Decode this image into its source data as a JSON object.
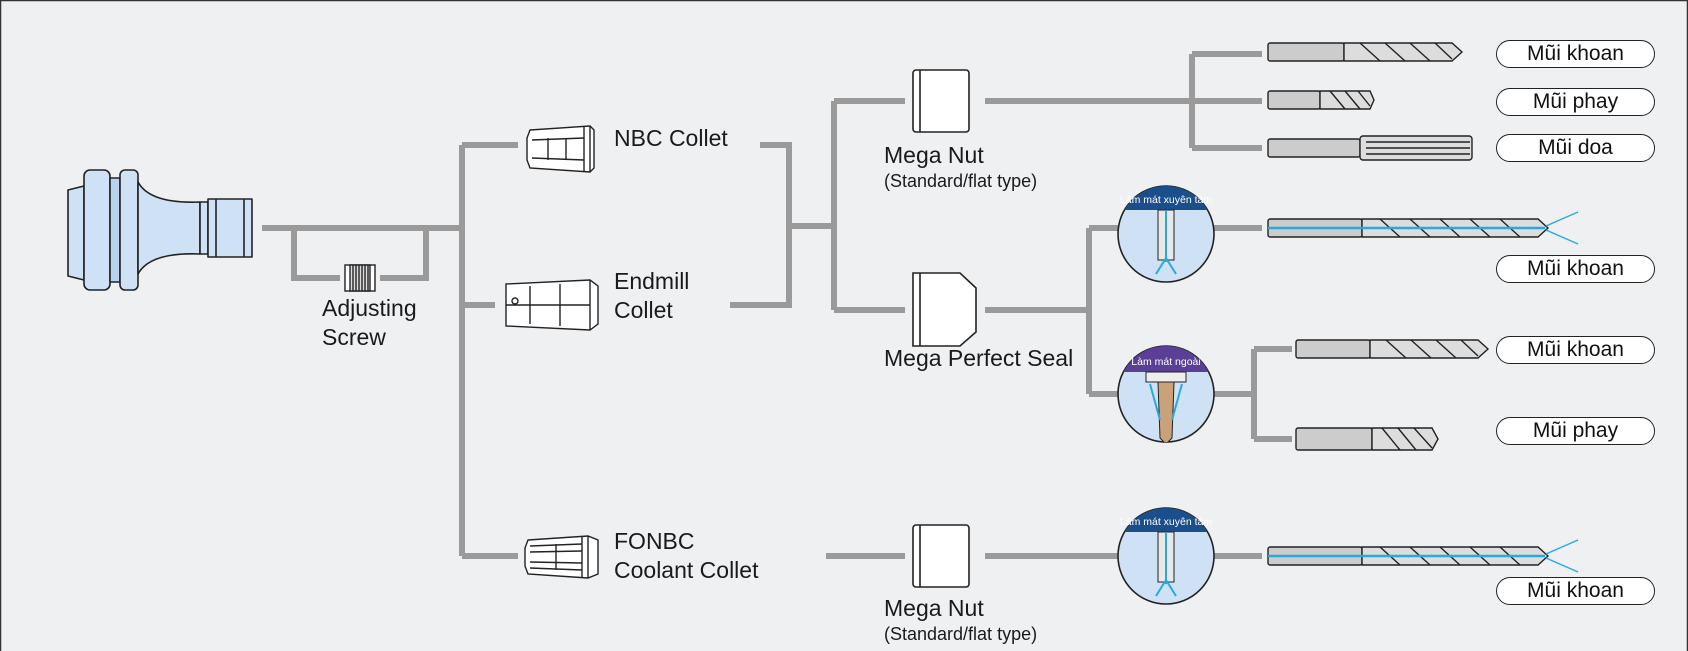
{
  "labels": {
    "adjusting_screw": [
      "Adjusting",
      "Screw"
    ],
    "nbc_collet": "NBC Collet",
    "endmill_collet": [
      "Endmill",
      "Collet"
    ],
    "fonbc_collet": [
      "FONBC",
      "Coolant Collet"
    ],
    "mega_nut_top": "Mega Nut",
    "mega_nut_top_sub": "(Standard/flat type)",
    "mega_perfect_seal": "Mega Perfect Seal",
    "mega_nut_bottom": "Mega Nut",
    "mega_nut_bottom_sub": "(Standard/flat type)"
  },
  "badges": {
    "through_coolant_1": "Làm mát xuyên tâm",
    "external_coolant": "Làm mát ngoài",
    "through_coolant_2": "Làm mát xuyên tâm"
  },
  "tools": [
    {
      "label": "Mũi khoan",
      "icon": "drill-icon"
    },
    {
      "label": "Mũi phay",
      "icon": "endmill-icon"
    },
    {
      "label": "Mũi doa",
      "icon": "reamer-icon"
    },
    {
      "label": "Mũi khoan",
      "icon": "coolant-drill-icon"
    },
    {
      "label": "Mũi khoan",
      "icon": "drill-icon"
    },
    {
      "label": "Mũi phay",
      "icon": "endmill-icon"
    },
    {
      "label": "Mũi khoan",
      "icon": "coolant-drill-icon"
    }
  ],
  "colors": {
    "background": "#eef0f2",
    "connector": "#9a9a9a",
    "holder_fill": "#cfe1f5",
    "badge_blue": "#1b4f8c",
    "badge_purple": "#5b3f96",
    "coolant": "#29a8e0"
  }
}
